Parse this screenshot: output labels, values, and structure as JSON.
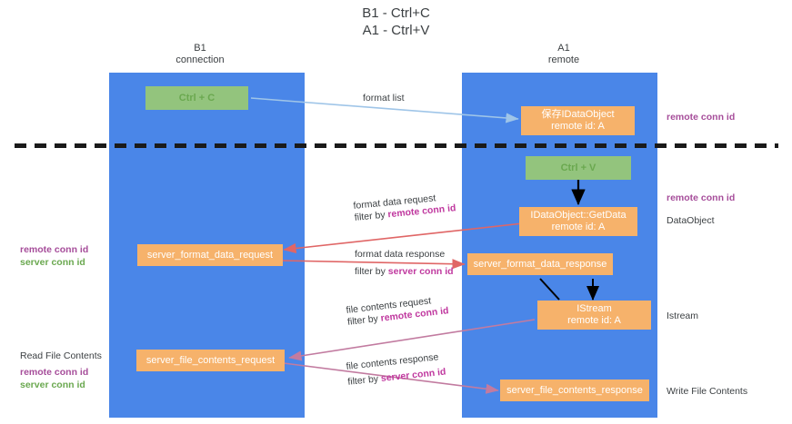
{
  "title": {
    "line1": "B1 - Ctrl+C",
    "line2": "A1 - Ctrl+V"
  },
  "columns": [
    {
      "name": "B1",
      "role": "connection"
    },
    {
      "name": "A1",
      "role": "remote"
    }
  ],
  "nodes": {
    "ctrl_c": {
      "label": "Ctrl + C",
      "color": "#93c47d"
    },
    "ctrl_v": {
      "label": "Ctrl + V",
      "color": "#93c47d"
    },
    "idataobject": {
      "line1": "保存IDataObject",
      "line2": "remote id: A",
      "color": "#f6b26b"
    },
    "getdata": {
      "line1": "IDataObject::GetData",
      "line2": "remote id: A",
      "color": "#f6b26b"
    },
    "istream": {
      "line1": "IStream",
      "line2": "remote id: A",
      "color": "#f6b26b"
    },
    "server_format_data_request": {
      "label": "server_format_data_request",
      "color": "#f6b26b"
    },
    "server_format_data_response": {
      "label": "server_format_data_response",
      "color": "#f6b26b"
    },
    "server_file_contents_request": {
      "label": "server_file_contents_request",
      "color": "#f6b26b"
    },
    "server_file_contents_response": {
      "label": "server_file_contents_response",
      "color": "#f6b26b"
    }
  },
  "edges": {
    "format_list": {
      "label": "format list"
    },
    "format_data_request": {
      "label": "format data request",
      "filter_prefix": "filter by ",
      "filter_key": "remote conn id"
    },
    "format_data_response": {
      "label": "format data response",
      "filter_prefix": "filter by ",
      "filter_key": "server conn id"
    },
    "file_contents_request": {
      "label": "file contents request",
      "filter_prefix": "filter by ",
      "filter_key": "remote conn id"
    },
    "file_contents_response": {
      "label": "file contents response",
      "filter_prefix": "filter by ",
      "filter_key": "server conn id"
    }
  },
  "annotations": {
    "right_remote_conn_id_top": "remote conn id",
    "right_remote_conn_id_mid": "remote conn id",
    "right_dataobject": "DataObject",
    "right_istream": "Istream",
    "right_write_file_contents": "Write File Contents",
    "left_read_file_contents": "Read File Contents",
    "left_remote_conn_id_mid": "remote conn id",
    "left_server_conn_id_mid": "server conn id",
    "left_remote_conn_id_bot": "remote conn id",
    "left_server_conn_id_bot": "server conn id"
  },
  "colors": {
    "lane": "#4a86e8",
    "node_orange": "#f6b26b",
    "node_green": "#93c47d",
    "arrow_blue": "#9fc5e8",
    "arrow_red": "#e06666",
    "arrow_purple": "#c27ba0",
    "arrow_black": "#000000",
    "text_purple": "#a64d9a",
    "text_green": "#6aa84f",
    "divider": "#1a1a1a"
  }
}
